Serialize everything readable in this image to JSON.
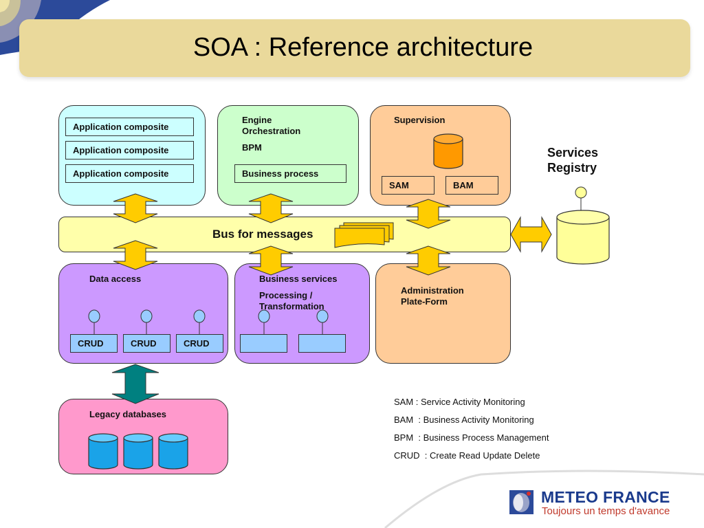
{
  "slide": {
    "title": "SOA : Reference architecture"
  },
  "applications": {
    "items": [
      "Application composite",
      "Application composite",
      "Application composite"
    ]
  },
  "orchestration": {
    "label": "Engine\nOrchestration",
    "line1": "Engine",
    "line2": "Orchestration",
    "bpm": "BPM",
    "process": "Business process"
  },
  "supervision": {
    "label": "Supervision",
    "sam": "SAM",
    "bam": "BAM"
  },
  "registry": {
    "line1": "Services",
    "line2": "Registry"
  },
  "bus": {
    "label": "Bus for messages"
  },
  "data_access": {
    "label": "Data access",
    "crud": [
      "CRUD",
      "CRUD",
      "CRUD"
    ]
  },
  "business_services": {
    "label": "Business services",
    "line1": "Processing /",
    "line2": "Transformation"
  },
  "administration": {
    "line1": "Administration",
    "line2": "Plate-Form"
  },
  "legacy": {
    "label": "Legacy databases"
  },
  "legend": [
    "SAM : Service Activity Monitoring",
    "BAM  : Business Activity Monitoring",
    "BPM  : Business Process Management",
    "CRUD  : Create Read Update Delete"
  ],
  "brand": {
    "name": "METEO FRANCE",
    "tagline": "Toujours un temps d'avance"
  },
  "colors": {
    "title_band": "#ead99b",
    "applications": "#ccffff",
    "orchestration": "#ccffcc",
    "supervision": "#ffcc99",
    "bus": "#ffffaa",
    "services": "#cc99ff",
    "legacy": "#ff99cc",
    "arrow": "#ffcc00",
    "legacy_arrow": "#008080",
    "brand_blue": "#1a3a8c",
    "brand_red": "#c0392b"
  }
}
